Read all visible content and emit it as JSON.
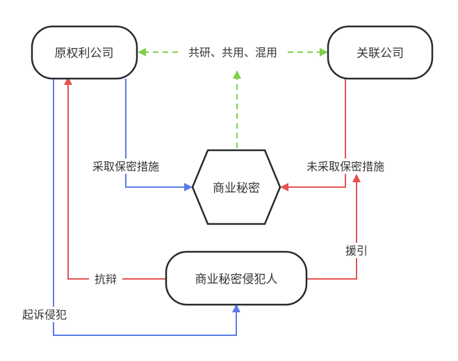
{
  "colors": {
    "node_stroke": "#262b30",
    "blue": "#5b7be8",
    "red": "#e55353",
    "green": "#7ed04a",
    "text": "#333333"
  },
  "nodes": {
    "original_owner": "原权利公司",
    "affiliate": "关联公司",
    "trade_secret": "商业秘密",
    "infringer": "商业秘密侵犯人"
  },
  "edges": {
    "shared_use": "共研、共用、混用",
    "protective_measures": "采取保密措施",
    "no_protective_measures": "未采取保密措施",
    "defense": "抗辩",
    "invoke": "援引",
    "sue": "起诉侵犯"
  }
}
